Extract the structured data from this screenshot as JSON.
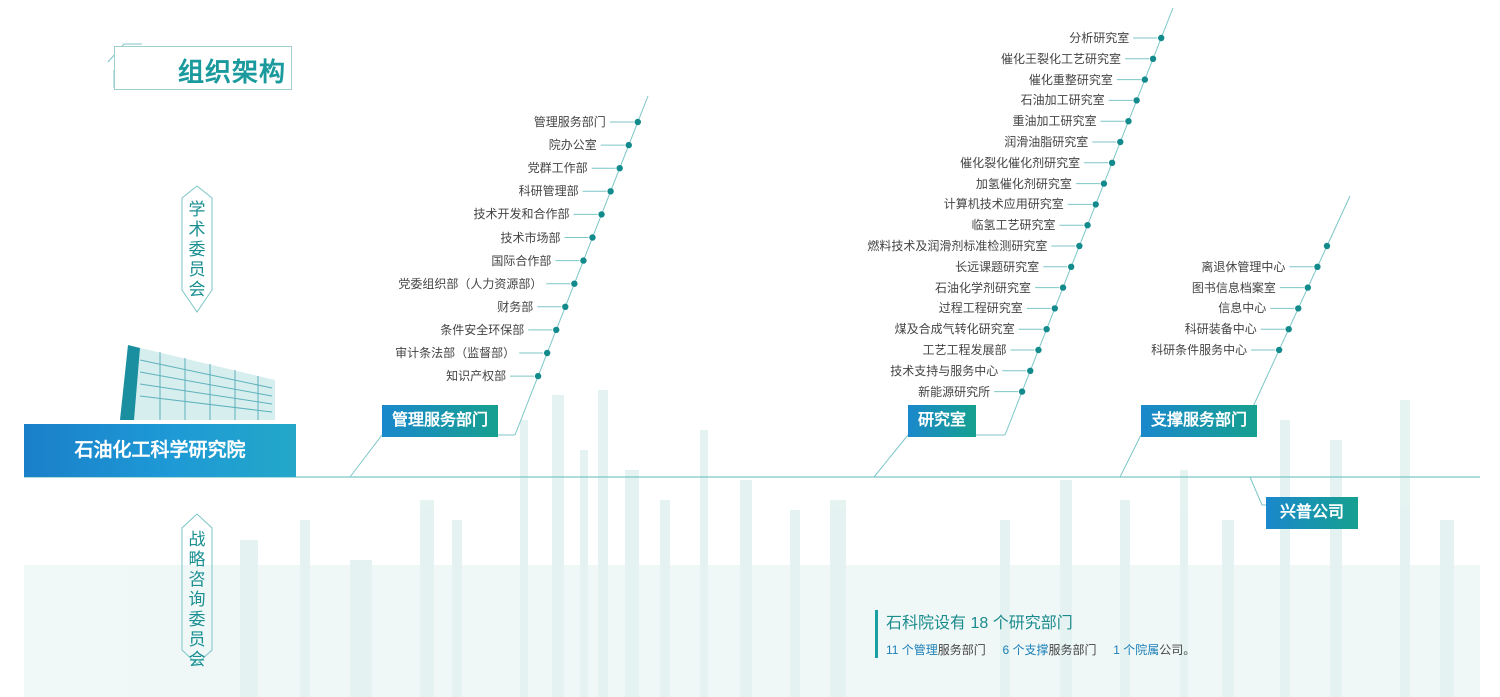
{
  "header": {
    "title": "组织架构"
  },
  "side_labels": {
    "academic": "学术委员会",
    "strategic": "战略咨询委员会"
  },
  "institute": {
    "name": "石油化工科学研究院"
  },
  "branches": [
    {
      "label": "管理服务部门",
      "items": [
        "管理服务部门",
        "院办公室",
        "党群工作部",
        "科研管理部",
        "技术开发和合作部",
        "技术市场部",
        "国际合作部",
        "党委组织部（人力资源部）",
        "财务部",
        "条件安全环保部",
        "审计条法部（监督部）",
        "知识产权部"
      ]
    },
    {
      "label": "研究室",
      "items": [
        "分析研究室",
        "催化王裂化工艺研究室",
        "催化重整研究室",
        "石油加工研究室",
        "重油加工研究室",
        "润滑油脂研究室",
        "催化裂化催化剂研究室",
        "加氢催化剂研究室",
        "计算机技术应用研究室",
        "临氢工艺研究室",
        "燃料技术及润滑剂标准检测研究室",
        "长远课题研究室",
        "石油化学剂研究室",
        "过程工程研究室",
        "煤及合成气转化研究室",
        "工艺工程发展部",
        "技术支持与服务中心",
        "新能源研究所"
      ]
    },
    {
      "label": "支撑服务部门",
      "items": [
        "",
        "离退休管理中心",
        "图书信息档案室",
        "信息中心",
        "科研装备中心",
        "科研条件服务中心"
      ]
    }
  ],
  "company": {
    "label": "兴普公司"
  },
  "summary": {
    "title": "石科院设有 18 个研究部门",
    "mgmt_count": "11 个管理",
    "mgmt_rest": "服务部门",
    "support_count": "6 个支撑",
    "support_rest": "服务部门",
    "affiliate_count": "1 个院属",
    "affiliate_rest": "公司。"
  },
  "colors": {
    "accent": "#1a9a9c",
    "blue": "#1a88cc",
    "green": "#16a08f",
    "dot": "#138a8c"
  }
}
